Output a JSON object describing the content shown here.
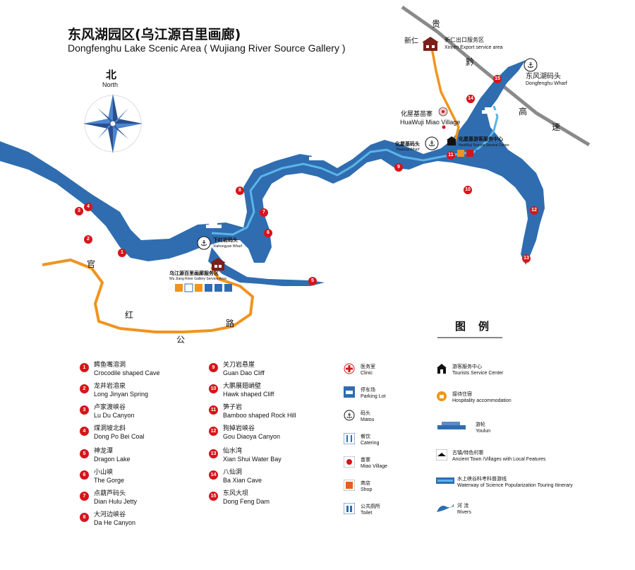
{
  "title": {
    "cn": "东风湖园区(乌江源百里画廊)",
    "en": "Dongfenghu Lake Scenic Area ( Wujiang River Source Gallery )"
  },
  "compass": {
    "cn": "北",
    "en": "North"
  },
  "roads": {
    "expressway_chars": [
      "贵",
      "黔",
      "高",
      "速"
    ],
    "local_road_chars": [
      "官",
      "红",
      "公",
      "路"
    ]
  },
  "places": {
    "xinren_cn": "新仁",
    "xinren_export_cn": "新仁出口服务区",
    "xinren_export_en": "Xinren Export service area",
    "dongfenghu_wharf_cn": "东风湖码头",
    "dongfenghu_wharf_en": "Dongfenghu Wharf",
    "huawuji_miao_cn": "化屋基苗寨",
    "huawuji_miao_en": "HuaWuji Miao Village",
    "huawuji_wharf_cn": "化屋基码头",
    "huawuji_wharf_en": "Huawuji Wharf",
    "huawuji_center_cn": "化屋基游客服务中心",
    "huawuji_center_en": "HuaWuji Tourists Service Center",
    "xiahongyan_wharf_cn": "下红岩码头",
    "xiahongyan_wharf_en": "Xiahongyan Wharf",
    "gallery_service_cn": "乌江源百里画廊服务区",
    "gallery_service_en": "Wu Jiang River Gallery Service Area"
  },
  "legend": {
    "title": "图例",
    "items": [
      {
        "cn": "医务室",
        "en": "Clinic",
        "icon": "clinic-icon"
      },
      {
        "cn": "停车场",
        "en": "Parking Lot",
        "icon": "parking-icon"
      },
      {
        "cn": "码头",
        "en": "Matou",
        "icon": "anchor-icon"
      },
      {
        "cn": "餐饮",
        "en": "Catering",
        "icon": "catering-icon"
      },
      {
        "cn": "苗寨",
        "en": "Miao Village",
        "icon": "miao-village-icon"
      },
      {
        "cn": "商店",
        "en": "Shop",
        "icon": "shop-icon"
      },
      {
        "cn": "公共厕所",
        "en": "Toilet",
        "icon": "toilet-icon"
      },
      {
        "cn": "游客服务中心",
        "en": "Tourists Service Center",
        "icon": "service-center-icon"
      },
      {
        "cn": "接待住宿",
        "en": "Hospitality accommodation",
        "icon": "hospitality-icon"
      },
      {
        "cn": "游轮",
        "en": "Youlun",
        "icon": "cruise-ship-icon"
      },
      {
        "cn": "古镇/特色村寨",
        "en": "Ancient Town /Villages with Local Features",
        "icon": "ancient-town-icon"
      },
      {
        "cn": "水上峡谷科考科普游线",
        "en": "Waterway of Science Popularization Touring Itinerary",
        "icon": "waterway-icon"
      },
      {
        "cn": "河 流",
        "en": "Rivers",
        "icon": "river-icon"
      }
    ]
  },
  "attractions": [
    {
      "num": "1",
      "cn": "鳄鱼嘴溶洞",
      "en": "Crocodile shaped Cave"
    },
    {
      "num": "2",
      "cn": "龙井岩溶泉",
      "en": "Long Jinyan Spring"
    },
    {
      "num": "3",
      "cn": "卢家渡峡谷",
      "en": "Lu Du Canyon"
    },
    {
      "num": "4",
      "cn": "煤洞坡北斜",
      "en": "Dong Po Bei Coal"
    },
    {
      "num": "5",
      "cn": "神龙潭",
      "en": "Dragon Lake"
    },
    {
      "num": "6",
      "cn": "小山峡",
      "en": "The Gorge"
    },
    {
      "num": "7",
      "cn": "点葫芦码头",
      "en": "Dian Hulu Jetty"
    },
    {
      "num": "8",
      "cn": "大河边峡谷",
      "en": "Da He Canyon"
    },
    {
      "num": "9",
      "cn": "关刀岩悬崖",
      "en": "Guan Dao Cliff"
    },
    {
      "num": "10",
      "cn": "大鹏展翅峭壁",
      "en": "Hawk shaped Cliff"
    },
    {
      "num": "11",
      "cn": "笋子岩",
      "en": "Bamboo shaped Rock Hill"
    },
    {
      "num": "12",
      "cn": "狗掉岩峡谷",
      "en": "Gou Diaoya Canyon"
    },
    {
      "num": "13",
      "cn": "仙水湾",
      "en": "Xian Shui Water Bay"
    },
    {
      "num": "14",
      "cn": "八仙洞",
      "en": "Ba Xian Cave"
    },
    {
      "num": "15",
      "cn": "东风大坝",
      "en": "Dong Feng Dam"
    }
  ],
  "map_markers": [
    "1",
    "2",
    "3",
    "4",
    "5",
    "6",
    "7",
    "8",
    "9",
    "10",
    "11",
    "12",
    "13",
    "14",
    "15"
  ],
  "colors": {
    "river": "#2f6db0",
    "waterway": "#5bb5e8",
    "local_road": "#f0941e",
    "expressway": "#8a8a8a",
    "marker": "#d7141a",
    "building": "#7a1f1a"
  }
}
